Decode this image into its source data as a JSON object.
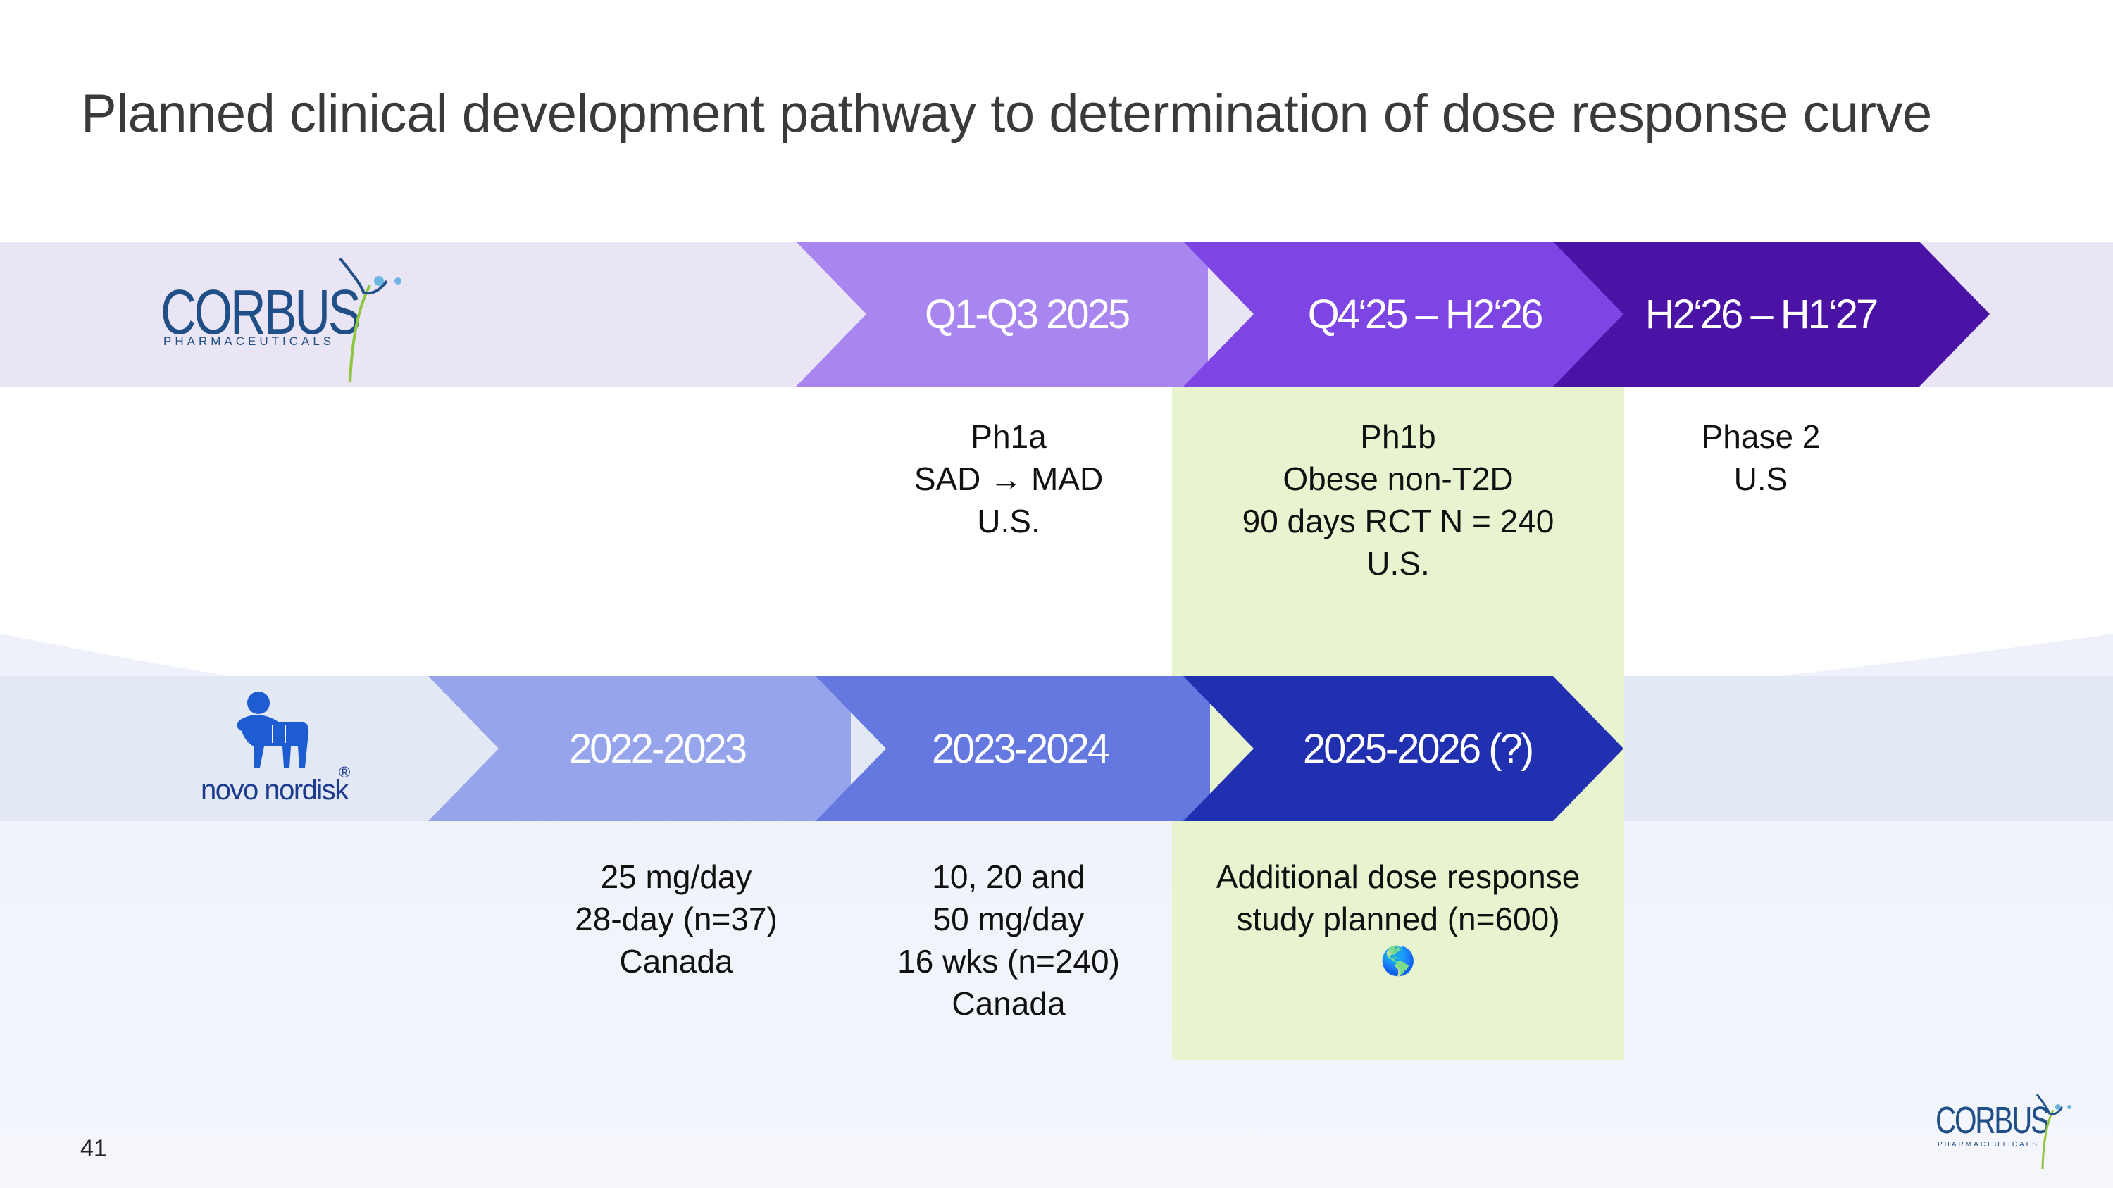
{
  "slide": {
    "title": "Planned clinical development pathway to determination of dose response curve",
    "page_number": "41"
  },
  "corbus_logo": {
    "word": "CORBUS",
    "sub": "PHARMACEUTICALS"
  },
  "novo_logo": {
    "word": "novo nordisk",
    "mark": "®"
  },
  "corbus_track": {
    "phases": [
      {
        "label": "Q1-Q3 2025",
        "lines": [
          "Ph1a",
          "SAD → MAD",
          "U.S."
        ]
      },
      {
        "label": "Q4‘25 – H2‘26",
        "lines": [
          "Ph1b",
          "Obese non-T2D",
          "90 days RCT N = 240",
          "U.S."
        ]
      },
      {
        "label": "H2‘26 – H1‘27",
        "lines": [
          "Phase 2",
          "U.S"
        ]
      }
    ]
  },
  "novo_track": {
    "phases": [
      {
        "label": "2022-2023",
        "lines": [
          "25 mg/day",
          "28-day (n=37)",
          "Canada"
        ]
      },
      {
        "label": "2023-2024",
        "lines": [
          "10, 20 and",
          "50 mg/day",
          "16 wks (n=240)",
          "Canada"
        ]
      },
      {
        "label": "2025-2026 (?)",
        "lines": [
          "Additional dose response",
          "study planned (n=600)",
          "🌎"
        ]
      }
    ]
  },
  "colors": {
    "corbus_band": "#e9e5f5",
    "novo_band": "#e3e8f5",
    "highlight": "#e8f3cf",
    "corbus_chevrons": [
      "#a885ef",
      "#7e45e5",
      "#4a12a5"
    ],
    "novo_chevrons": [
      "#95a4eb",
      "#6478e0",
      "#2130b0"
    ]
  }
}
